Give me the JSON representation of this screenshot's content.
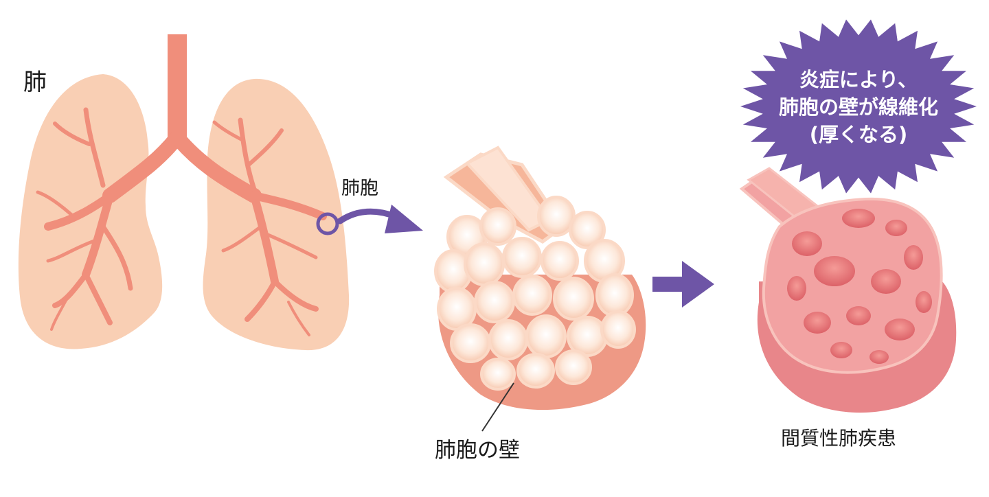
{
  "labels": {
    "lung": "肺",
    "alveolus": "肺胞",
    "alveolar_wall": "肺胞の壁",
    "disease": "間質性肺疾患"
  },
  "callout": {
    "lines": [
      "炎症により、",
      "肺胞の壁が線維化",
      "(厚くなる)"
    ]
  },
  "colors": {
    "lung_fill": "#f9cfb4",
    "airway": "#f08e7b",
    "alveolus_light": "#fbd9c6",
    "alveolus_dark": "#ee9985",
    "fibrosis_fill": "#f2a2a2",
    "fibrosis_hole": "#e36e72",
    "accent_purple": "#6e55a6"
  },
  "icons": {
    "curved_arrow": "curved-arrow-icon",
    "right_arrow": "right-arrow-icon",
    "highlight_circle": "circle-marker-icon",
    "starburst": "starburst-icon"
  }
}
